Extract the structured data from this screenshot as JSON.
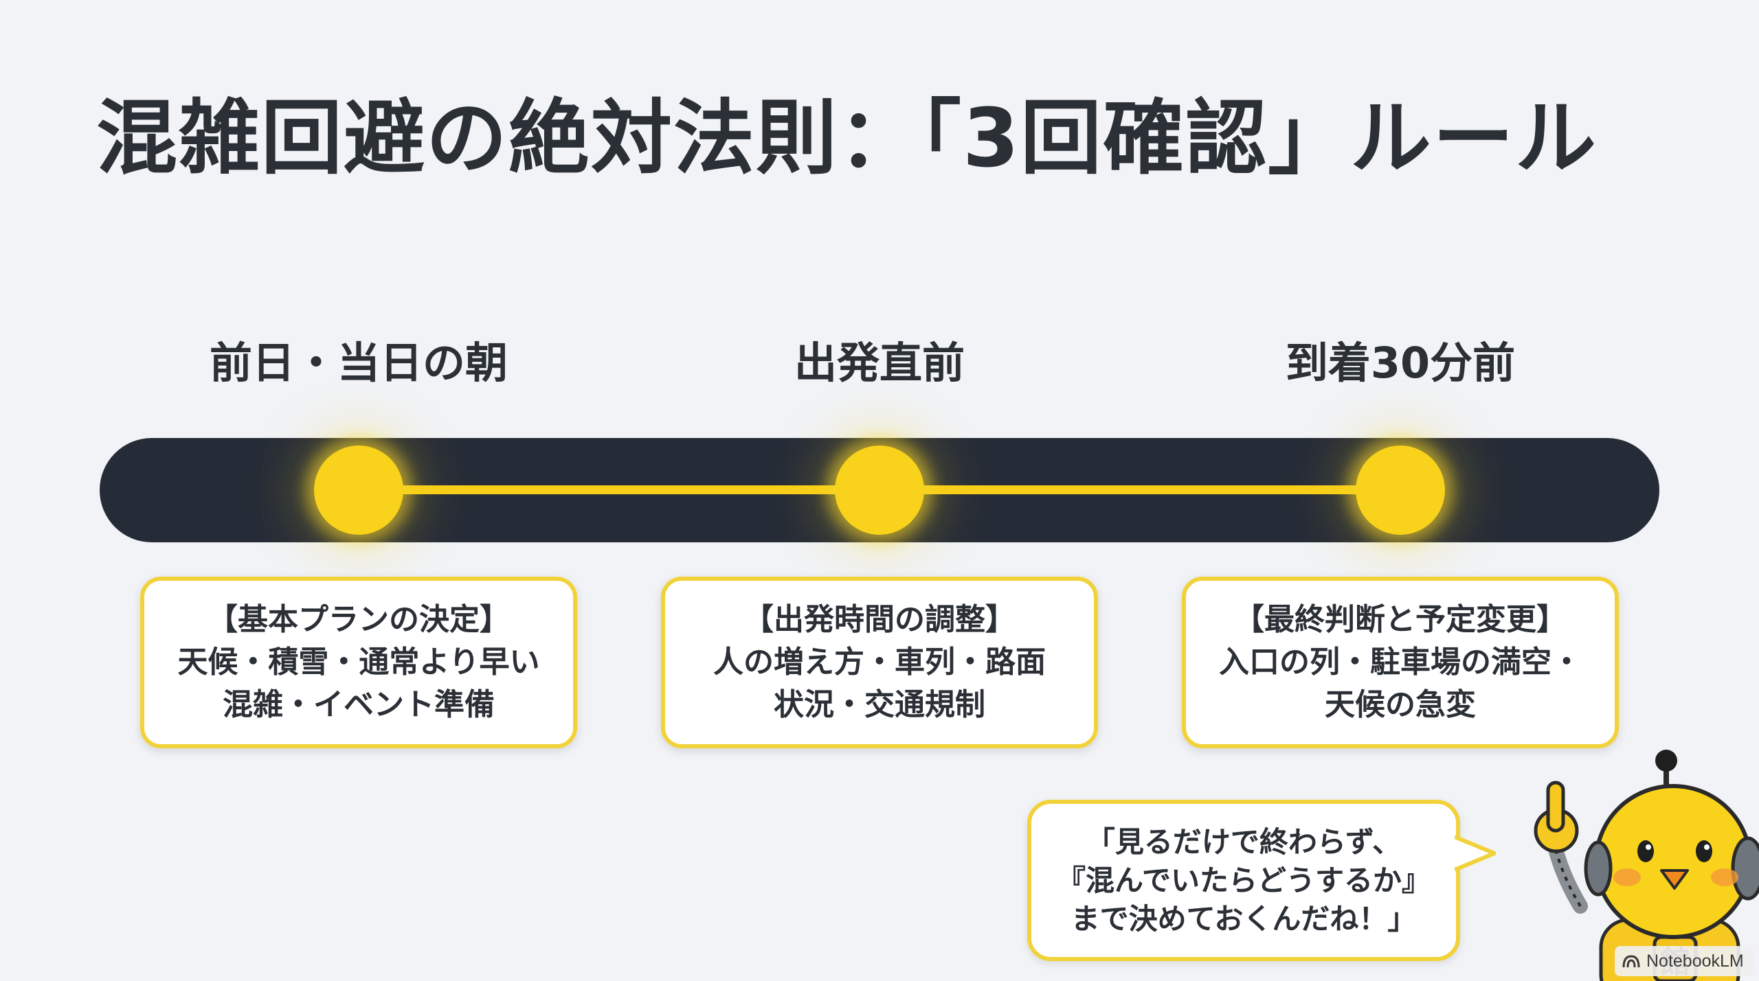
{
  "title": "混雑回避の絶対法則：「3回確認」ルール",
  "colors": {
    "background": "#f1f3f6",
    "track": "#262c37",
    "accent_yellow": "#f9d21c",
    "card_border": "#f2d23b",
    "text": "#2b2f36"
  },
  "stages": [
    {
      "label": "前日・当日の朝",
      "card": [
        "【基本プランの決定】",
        "天候・積雪・通常より早い",
        "混雑・イベント準備"
      ]
    },
    {
      "label": "出発直前",
      "card": [
        "【出発時間の調整】",
        "人の増え方・車列・路面",
        "状況・交通規制"
      ]
    },
    {
      "label": "到着30分前",
      "card": [
        "【最終判断と予定変更】",
        "入口の列・駐車場の満空・",
        "天候の急変"
      ]
    }
  ],
  "speech": {
    "lines": [
      "「見るだけで終わらず、",
      "『混んでいたらどうするか』",
      "まで決めておくんだね！」"
    ]
  },
  "mascot": {
    "icon": "robot-chick-mascot-icon",
    "chest_text": "館"
  },
  "watermark": {
    "icon": "notebooklm-logo-icon",
    "text": "NotebookLM"
  }
}
